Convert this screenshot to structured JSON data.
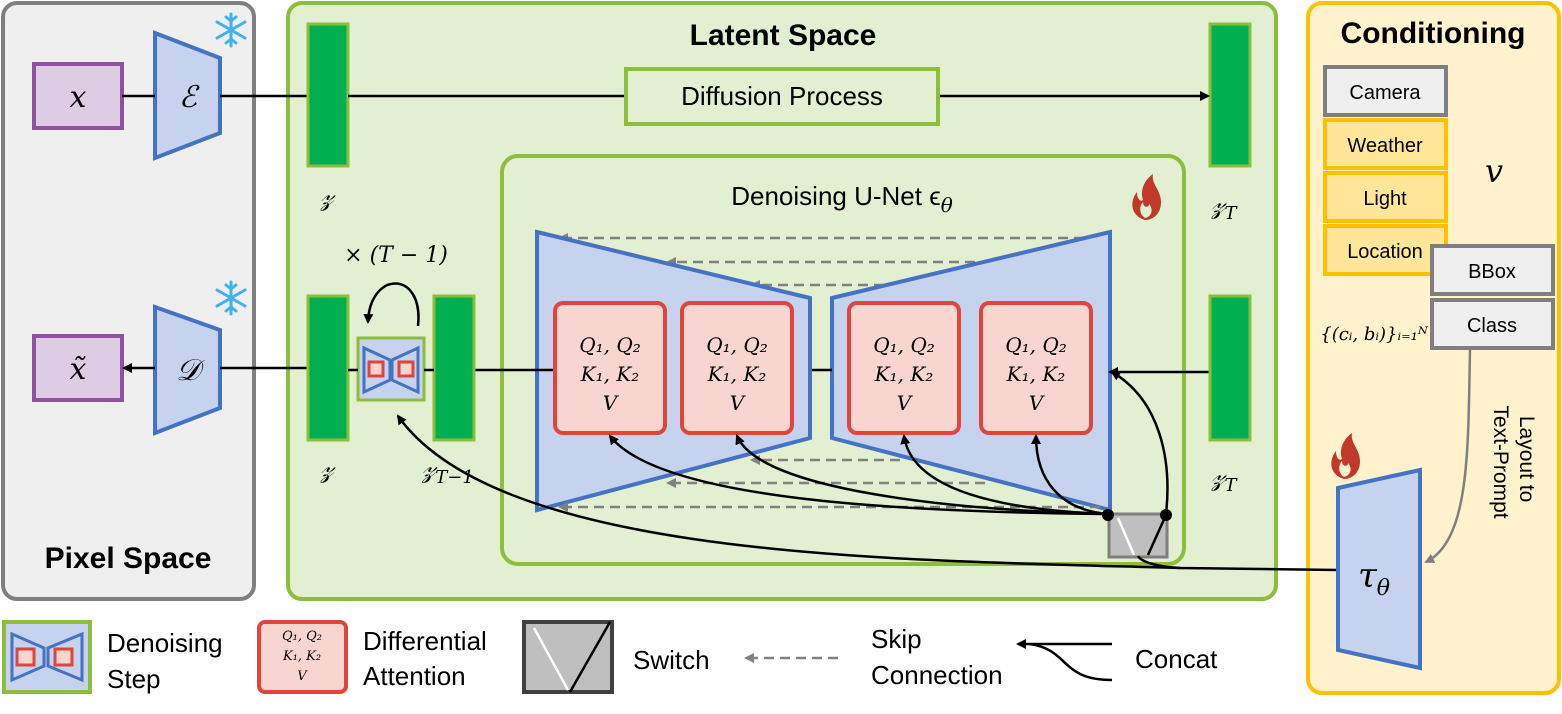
{
  "panels": {
    "pixel_space": "Pixel Space",
    "latent_space": "Latent Space",
    "conditioning": "Conditioning"
  },
  "pixel": {
    "x": "𝑥",
    "x_tilde": "𝑥̃",
    "encoder": "ℰ",
    "decoder": "𝒟"
  },
  "latent": {
    "diffusion_process": "Diffusion Process",
    "z": "𝓏",
    "z_T": "𝓏",
    "z_T_sub": "T",
    "z_T_minus_1_sub": "T−1",
    "repeat": "× (𝑇 − 1)",
    "unet_title": "Denoising U-Net ϵ",
    "unet_title_sub": "θ"
  },
  "attention_block": {
    "line1": "𝑄₁, 𝑄₂",
    "line2": "𝐾₁, 𝐾₂",
    "line3": "𝑉"
  },
  "conditioning": {
    "items": [
      "Camera",
      "Weather",
      "Light",
      "Location"
    ],
    "bbox": "BBox",
    "class": "Class",
    "v": "𝑣",
    "set_expr": "{(𝑐ᵢ, 𝑏ᵢ)}ᵢ₌₁ᴺ",
    "layout_line1": "Layout to",
    "layout_line2": "Text-Prompt",
    "tau": "τ",
    "tau_sub": "θ"
  },
  "legend": {
    "denoising_step_1": "Denoising",
    "denoising_step_2": "Step",
    "diff_attn_1": "Differential",
    "diff_attn_2": "Attention",
    "switch": "Switch",
    "skip_1": "Skip",
    "skip_2": "Connection",
    "concat": "Concat"
  },
  "colors": {
    "pixel_bg": "#efefef",
    "pixel_border": "#7f7f7f",
    "latent_bg": "#e2efd0",
    "latent_border": "#8cbd3b",
    "cond_bg": "#fff2cc",
    "cond_border": "#ffc000",
    "trapezoid_fill": "#c5d3ee",
    "trapezoid_stroke": "#4472c4",
    "latent_bar": "#00b050",
    "attn_fill": "#f8d5cf",
    "attn_stroke": "#e0443a",
    "x_box_fill": "#dccde5",
    "x_box_stroke": "#8e52a0",
    "yellow_fill": "#ffe699",
    "switch_fill": "#bfbfbf"
  }
}
